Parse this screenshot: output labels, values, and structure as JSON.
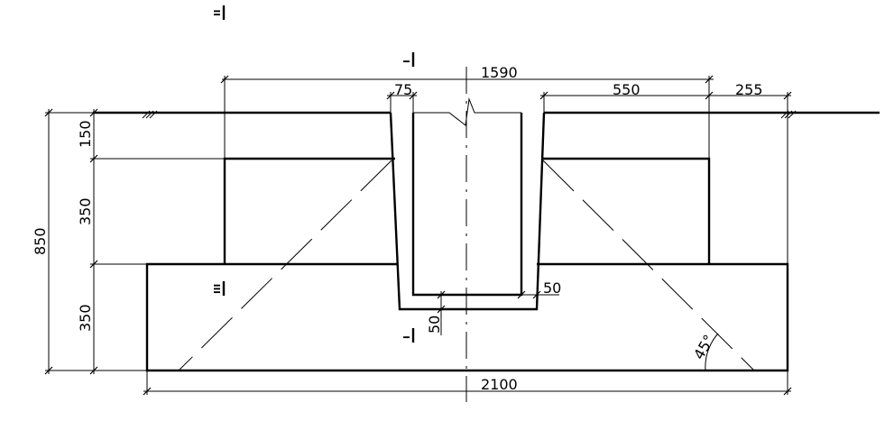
{
  "dimensions": {
    "top_span": "1590",
    "wall_thickness": "75",
    "footing_ext": "550",
    "edge_ext": "255",
    "cover_thickness": "150",
    "upper_layer": "350",
    "total_height": "850",
    "lower_layer": "350",
    "side_gap": "50",
    "base_gap": "50",
    "base_width": "2100",
    "angle": "45°"
  },
  "section_marks": {
    "mark_a": "II",
    "mark_b": "I",
    "mark_c": "III",
    "mark_d": "I"
  }
}
